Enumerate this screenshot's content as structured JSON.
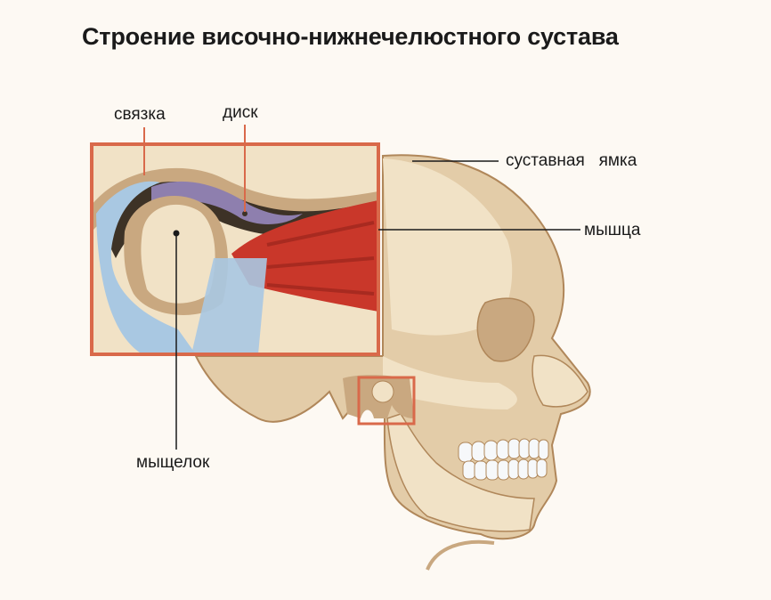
{
  "title": "Строение височно-нижнечелюстного сустава",
  "labels": {
    "ligament": "связка",
    "disc": "диск",
    "fossa": "суставная   ямка",
    "muscle": "мышца",
    "condyle": "мыщелок"
  },
  "colors": {
    "background": "#fdf9f3",
    "bone_light": "#f1e2c6",
    "bone_mid": "#e3cca8",
    "bone_dark": "#c9a880",
    "outline": "#b0875a",
    "frame": "#d9694a",
    "muscle": "#c9372a",
    "disc": "#8e7fae",
    "ligament": "#a9c8e2",
    "cavity": "#3d3226",
    "teeth": "#f6f8fa"
  }
}
